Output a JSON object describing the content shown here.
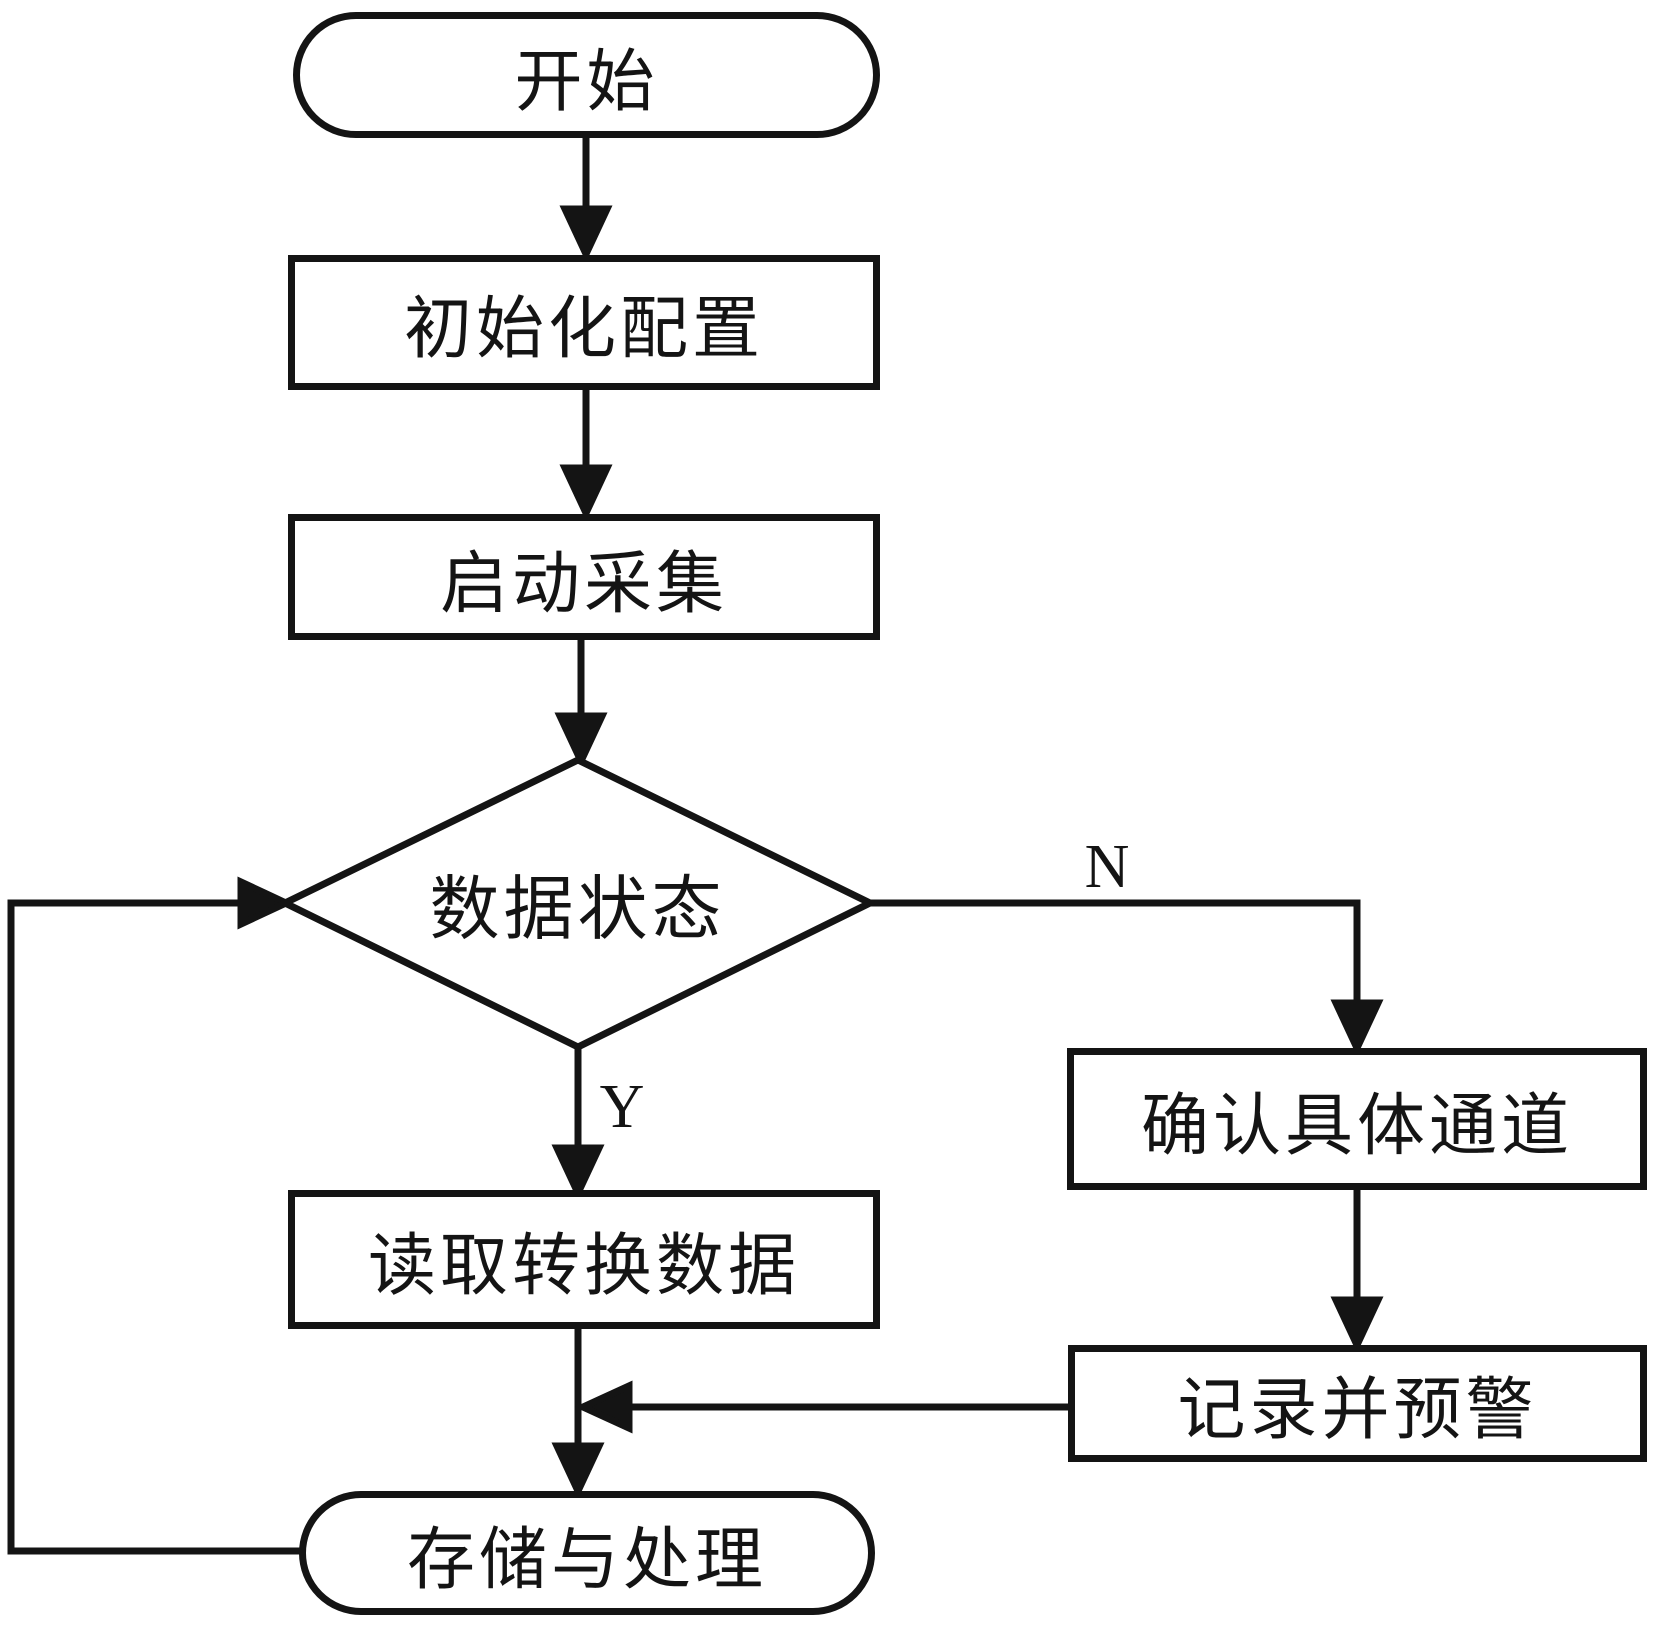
{
  "diagram": {
    "type": "flowchart",
    "background_color": "#ffffff",
    "line_color": "#141414",
    "node_fill_color": "#ffffff",
    "nodes": {
      "start": {
        "label": "开始",
        "shape": "terminator"
      },
      "init": {
        "label": "初始化配置",
        "shape": "process"
      },
      "acquire": {
        "label": "启动采集",
        "shape": "process"
      },
      "status": {
        "label": "数据状态",
        "shape": "decision"
      },
      "read": {
        "label": "读取转换数据",
        "shape": "process"
      },
      "confirm": {
        "label": "确认具体通道",
        "shape": "process"
      },
      "record": {
        "label": "记录并预警",
        "shape": "process"
      },
      "store": {
        "label": "存储与处理",
        "shape": "terminator"
      }
    },
    "branch_labels": {
      "yes": "Y",
      "no": "N"
    },
    "edges": [
      {
        "from": "start",
        "to": "init",
        "label": ""
      },
      {
        "from": "init",
        "to": "acquire",
        "label": ""
      },
      {
        "from": "acquire",
        "to": "status",
        "label": ""
      },
      {
        "from": "status",
        "to": "read",
        "label": "Y"
      },
      {
        "from": "status",
        "to": "confirm",
        "label": "N"
      },
      {
        "from": "confirm",
        "to": "record",
        "label": ""
      },
      {
        "from": "record",
        "to": "read-store-line",
        "label": ""
      },
      {
        "from": "read",
        "to": "store",
        "label": ""
      },
      {
        "from": "store",
        "to": "status",
        "label": ""
      }
    ]
  }
}
